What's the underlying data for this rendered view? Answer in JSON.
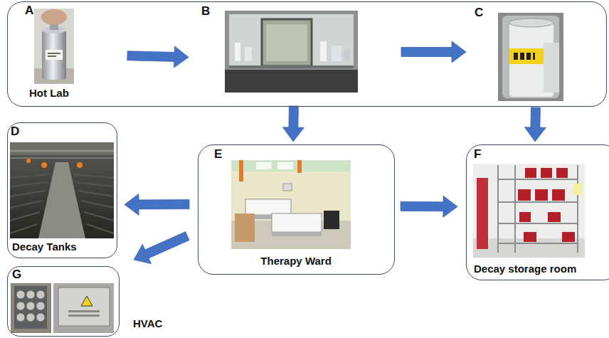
{
  "diagram": {
    "nodes": [
      {
        "text": [
          "Hot Lab"
        ]
      },
      {
        "text": [
          "A"
        ],
        "in": 0
      },
      {
        "text": [
          "B"
        ],
        "in": 0
      },
      {
        "text": [
          "C"
        ],
        "in": 0
      },
      {
        "text": [
          "D",
          "Decay Tanks"
        ]
      },
      {
        "text": [
          "E",
          "Therapy Ward"
        ]
      },
      {
        "text": [
          "F",
          "Decay storage room"
        ]
      },
      {
        "text": [
          "G",
          "HVAC"
        ]
      }
    ],
    "edges": [
      {
        "from": 1,
        "to": 2,
        "arrow": "to"
      },
      {
        "from": 2,
        "to": 3,
        "arrow": "to"
      },
      {
        "from": 2,
        "to": 5,
        "arrow": "to"
      },
      {
        "from": 3,
        "to": 6,
        "arrow": "to"
      },
      {
        "from": 5,
        "to": 4,
        "arrow": "to"
      },
      {
        "from": 5,
        "to": 6,
        "arrow": "to"
      },
      {
        "from": 5,
        "to": 7,
        "arrow": "to"
      }
    ]
  }
}
